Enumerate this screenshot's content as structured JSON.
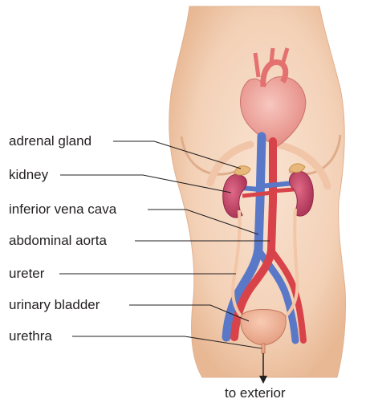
{
  "labels": {
    "adrenal_gland": "adrenal gland",
    "kidney": "kidney",
    "inferior_vena_cava": "inferior vena cava",
    "abdominal_aorta": "abdominal aorta",
    "ureter": "ureter",
    "urinary_bladder": "urinary bladder",
    "urethra": "urethra",
    "to_exterior": "to exterior"
  },
  "colors": {
    "skin": "#f6d9c2",
    "skin_shadow": "#e9bc9c",
    "artery": "#d8434a",
    "vein": "#5a78c8",
    "kidney": "#c9466a",
    "adrenal": "#e8b77a",
    "heart": "#f0a9a2",
    "bladder": "#f0b195",
    "leader_line": "#231f20"
  }
}
